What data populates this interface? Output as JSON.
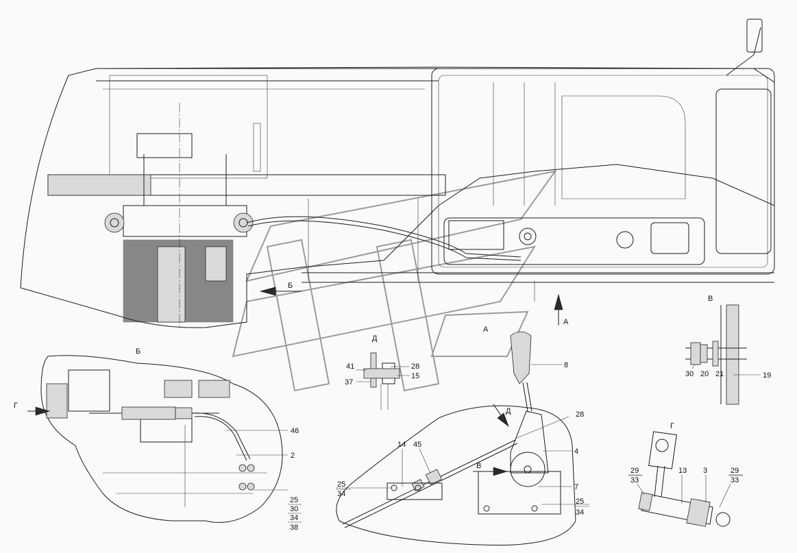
{
  "view_labels": {
    "b_top": "Б",
    "b_detail": "Б",
    "a_arrow": "А",
    "a_detail": "А",
    "d_detail": "Д",
    "d_arrow": "Д",
    "v_detail": "В",
    "v_arrow": "В",
    "g_detail": "Г",
    "g_arrow": "Г"
  },
  "callouts": {
    "n41": "41",
    "n37": "37",
    "n28a": "28",
    "n15": "15",
    "n8": "8",
    "n28b": "28",
    "n4": "4",
    "n7": "7",
    "n14": "14",
    "n45": "45",
    "n25a": "25",
    "n34a": "34",
    "n25b": "25",
    "n34b": "34",
    "n46": "46",
    "n2": "2",
    "n25c": "25",
    "n30a": "30",
    "n34c": "34",
    "n38": "38",
    "n30b": "30",
    "n20": "20",
    "n21": "21",
    "n19": "19",
    "n29a": "29",
    "n33a": "33",
    "n13": "13",
    "n3": "3",
    "n29b": "29",
    "n33b": "33"
  }
}
